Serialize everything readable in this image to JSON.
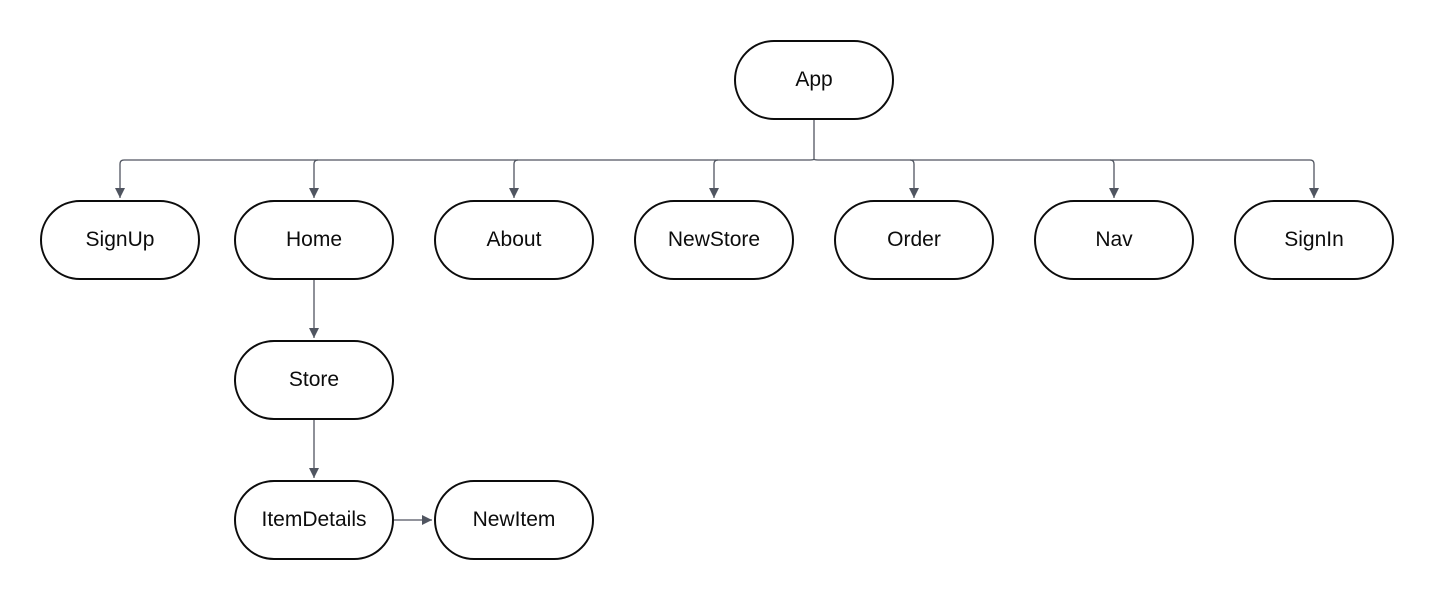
{
  "nodes": {
    "app": "App",
    "signup": "SignUp",
    "home": "Home",
    "about": "About",
    "newstore": "NewStore",
    "order": "Order",
    "nav": "Nav",
    "signin": "SignIn",
    "store": "Store",
    "itemdetails": "ItemDetails",
    "newitem": "NewItem"
  },
  "colors": {
    "edge": "#505560",
    "node_border": "#0c0c0c"
  }
}
